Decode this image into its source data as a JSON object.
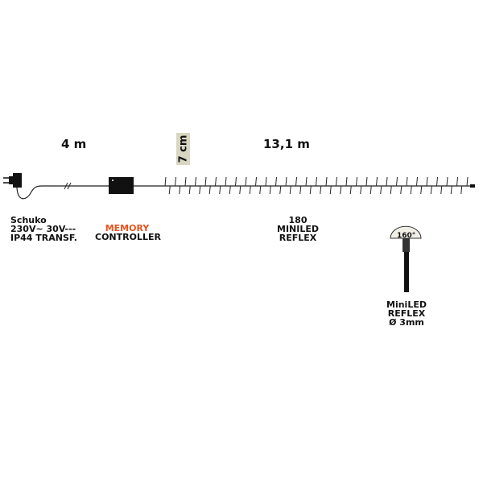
{
  "dimensions": {
    "cable_length": "4 m",
    "led_spacing": "7 cm",
    "string_length": "13,1 m"
  },
  "plug": {
    "lines": [
      "Schuko",
      "230V~  30V---",
      "IP44 TRANSF."
    ]
  },
  "controller": {
    "line1": "MEMORY",
    "line2": "CONTROLLER",
    "accent": "#e8531e"
  },
  "leds": {
    "count_label": "180",
    "line2": "MINILED",
    "line3": "REFLEX"
  },
  "detail": {
    "angle": "160°",
    "line1": "MiniLED",
    "line2": "REFLEX",
    "line3": "Ø 3mm"
  }
}
